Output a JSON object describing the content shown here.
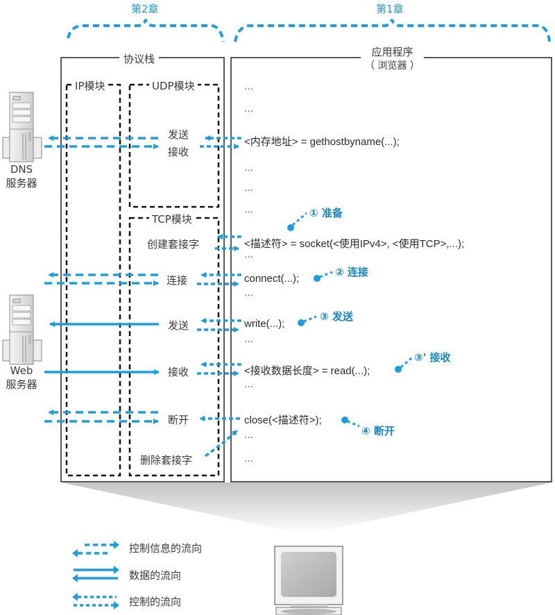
{
  "colors": {
    "accent": "#1a9ee0",
    "step_text": "#1687c4",
    "border": "#222222"
  },
  "chapters": {
    "ch2": "第2章",
    "ch1": "第1章"
  },
  "protocol_stack": {
    "title": "协议栈",
    "ip_module": "IP模块",
    "udp_module": "UDP模块",
    "tcp_module": "TCP模块",
    "udp_ops": {
      "send": "发送",
      "receive": "接收"
    },
    "tcp_ops": {
      "create_socket": "创建套接字",
      "connect": "连接",
      "send": "发送",
      "receive": "接收",
      "disconnect": "断开",
      "delete_socket": "删除套接字"
    }
  },
  "application": {
    "title_line1": "应用程序",
    "title_line2": "（ 浏览器 ）",
    "ellipsis": "…",
    "code": {
      "gethostbyname": "<内存地址> = gethostbyname(...);",
      "socket": "<描述符> = socket(<使用IPv4>, <使用TCP>,...);",
      "connect": "connect(...);",
      "write": "write(...);",
      "read": "<接收数据长度> = read(...);",
      "close": "close(<描述符>);"
    }
  },
  "steps": {
    "prepare": "① 准备",
    "connect": "② 连接",
    "send": "③ 发送",
    "receive": "③' 接收",
    "disconnect": "④ 断开"
  },
  "servers": {
    "dns": {
      "line1": "DNS",
      "line2": "服务器",
      "icon": "server-icon"
    },
    "web": {
      "line1": "Web",
      "line2": "服务器",
      "icon": "server-icon"
    }
  },
  "legend": {
    "control_info_flow": "控制信息的流向",
    "data_flow": "数据的流向",
    "control_flow": "控制的流向"
  },
  "client_icon": "monitor-icon"
}
